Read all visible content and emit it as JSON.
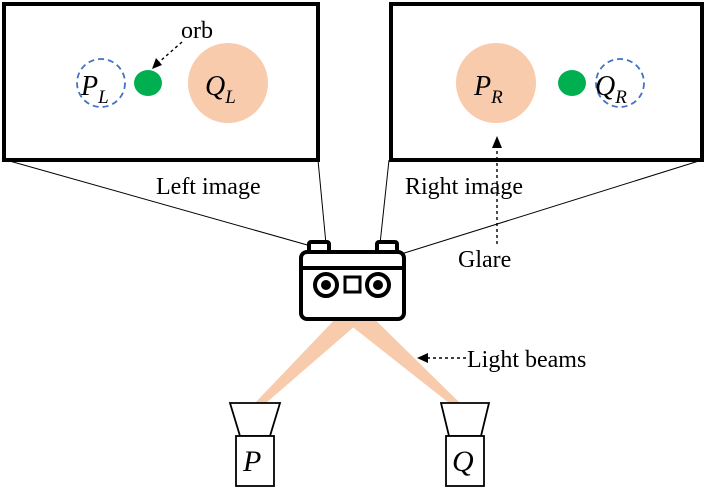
{
  "left_panel": {
    "caption": "Left image",
    "dashed_point": {
      "main": "P",
      "sub": "L"
    },
    "blob_point": {
      "main": "Q",
      "sub": "L"
    },
    "orb_label": "orb"
  },
  "right_panel": {
    "caption": "Right image",
    "blob_point": {
      "main": "P",
      "sub": "R"
    },
    "dashed_point": {
      "main": "Q",
      "sub": "R"
    }
  },
  "annotations": {
    "glare": "Glare",
    "light_beams": "Light beams"
  },
  "projectors": {
    "p_label": "P",
    "q_label": "Q"
  },
  "colors": {
    "blob": "#f8cbad",
    "orb": "#00b050",
    "dashed_circle": "#4472c4",
    "outline": "#000000"
  },
  "icons": {
    "camera": "stereo-camera-icon"
  }
}
